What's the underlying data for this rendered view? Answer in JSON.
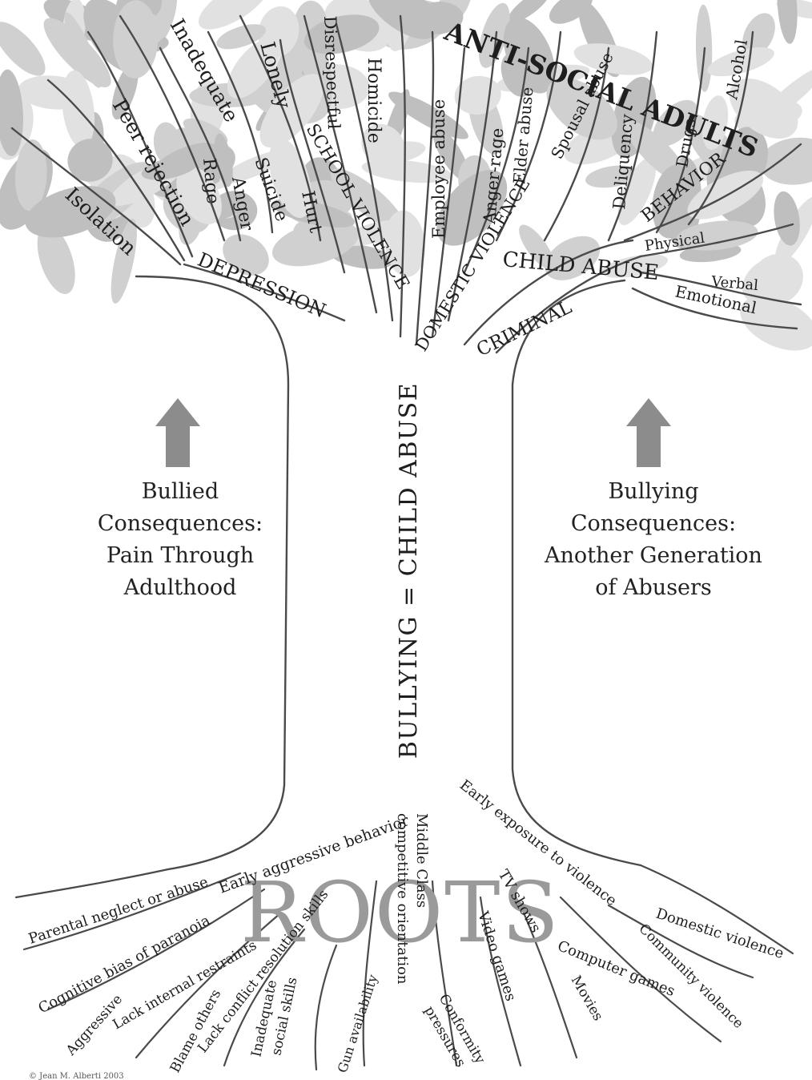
{
  "colors": {
    "ink": "#4a4a4a",
    "text": "#1e1e1e",
    "leaf_light": "#c9c9c9",
    "leaf_mid": "#a9a9a9",
    "leaf_dark": "#8a8a8a",
    "arrow": "#8c8c8c",
    "roots_word": "#9a9a9a"
  },
  "trunk_title": "BULLYING = CHILD ABUSE",
  "left_caption": {
    "lines": [
      "Bullied",
      "Consequences:",
      "Pain Through",
      "Adulthood"
    ],
    "arrow_icon": "up-arrow-icon"
  },
  "right_caption": {
    "lines": [
      "Bullying",
      "Consequences:",
      "Another Generation",
      "of Abusers"
    ],
    "arrow_icon": "up-arrow-icon"
  },
  "crown": {
    "anti_social": "ANTI-SOCIAL ADULTS",
    "school_violence": "SCHOOL VIOLENCE",
    "depression": "DEPRESSION",
    "domestic_violence": "DOMESTIC VIOLENCE",
    "child_abuse": "CHILD ABUSE",
    "criminal": "CRIMINAL",
    "behavior": "BEHAVIOR",
    "isolation": "Isolation",
    "peer_rejection": "Peer rejection",
    "inadequate": "Inadequate",
    "lonely": "Lonely",
    "disrespectful": "Disrespectful",
    "homicide": "Homicide",
    "rage": "Rage",
    "anger": "Anger",
    "suicide": "Suicide",
    "hurt": "Hurt",
    "employee_abuse": "Employee abuse",
    "anger_rage": "Anger-rage",
    "elder_abuse": "Elder abuse",
    "spousal_abuse": "Spousal abuse",
    "deliquency": "Deliquency",
    "drugs": "Drugs",
    "alcohol": "Alcohol",
    "physical": "Physical",
    "verbal": "Verbal",
    "emotional": "Emotional"
  },
  "roots": {
    "title": "ROOTS",
    "parental_neglect": "Parental neglect or abuse",
    "early_aggressive": "Early aggressive behavior",
    "cognitive_bias": "Cognitive bias of paranoia",
    "lack_internal": "Lack internal restraints",
    "lack_conflict": "Lack conflict resolution skills",
    "aggressive": "Aggressive",
    "blame_others": "Blame others",
    "inadequate_social_1": "Inadequate",
    "inadequate_social_2": "social skills",
    "gun_availability": "Gun availability",
    "middle_class": "Middle Class",
    "competitive": "competitive orientation",
    "conformity_1": "Conformity",
    "conformity_2": "pressures",
    "video_games": "Video games",
    "tv_shows": "TV shows",
    "early_exposure": "Early exposure to violence",
    "domestic_violence": "Domestic violence",
    "community_violence": "Community violence",
    "computer_games": "Computer games",
    "movies": "Movies"
  },
  "copyright": "© Jean M. Alberti 2003"
}
